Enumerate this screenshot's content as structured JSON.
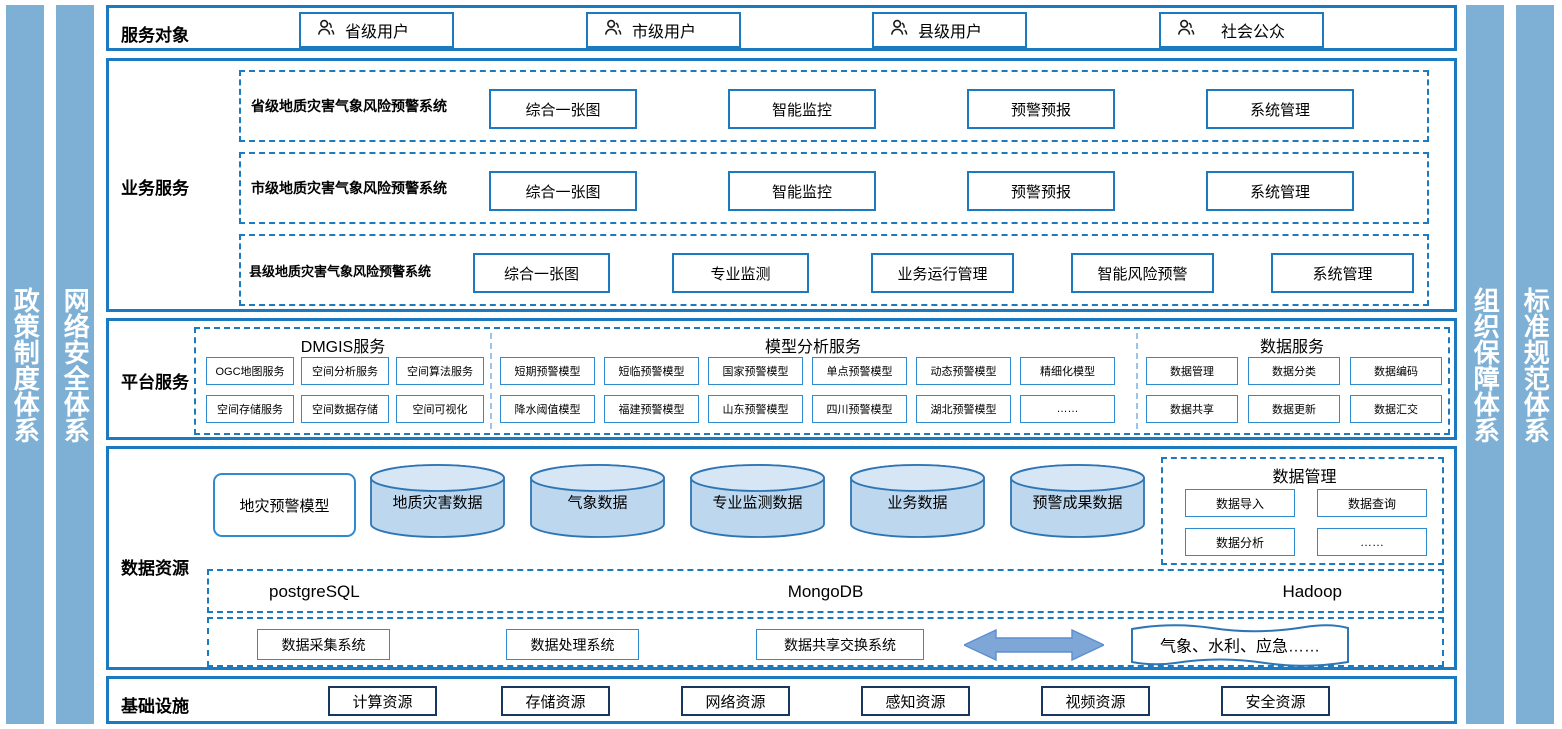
{
  "theme": {
    "primary_blue": "#1C7AC0",
    "side_bar_blue": "#7EB0D5",
    "cylinder_fill": "#BDD7EE",
    "dashed_blue": "#1C7AC0"
  },
  "left_bars": [
    {
      "label": "政策制度体系"
    },
    {
      "label": "网络安全体系"
    }
  ],
  "right_bars": [
    {
      "label": "组织保障体系"
    },
    {
      "label": "标准规范体系"
    }
  ],
  "service_objects": {
    "band_label": "服务对象",
    "icon": "person-icon",
    "items": [
      {
        "label": "省级用户"
      },
      {
        "label": "市级用户"
      },
      {
        "label": "县级用户"
      },
      {
        "label": "社会公众"
      }
    ]
  },
  "business_services": {
    "band_label": "业务服务",
    "rows": [
      {
        "system": "省级地质灾害气象风险预警系统",
        "modules": [
          "综合一张图",
          "智能监控",
          "预警预报",
          "系统管理"
        ]
      },
      {
        "system": "市级地质灾害气象风险预警系统",
        "modules": [
          "综合一张图",
          "智能监控",
          "预警预报",
          "系统管理"
        ]
      },
      {
        "system": "县级地质灾害气象风险预警系统",
        "modules": [
          "综合一张图",
          "专业监测",
          "业务运行管理",
          "智能风险预警",
          "系统管理"
        ]
      }
    ]
  },
  "platform_services": {
    "band_label": "平台服务",
    "groups": [
      {
        "title": "DMGIS服务",
        "row1": [
          "OGC地图服务",
          "空间分析服务",
          "空间算法服务"
        ],
        "row2": [
          "空间存储服务",
          "空间数据存储",
          "空间可视化"
        ]
      },
      {
        "title": "模型分析服务",
        "row1": [
          "短期预警模型",
          "短临预警模型",
          "国家预警模型",
          "单点预警模型",
          "动态预警模型",
          "精细化模型"
        ],
        "row2": [
          "降水阈值模型",
          "福建预警模型",
          "山东预警模型",
          "四川预警模型",
          "湖北预警模型",
          "……"
        ]
      },
      {
        "title": "数据服务",
        "row1": [
          "数据管理",
          "数据分类",
          "数据编码"
        ],
        "row2": [
          "数据共享",
          "数据更新",
          "数据汇交"
        ]
      }
    ]
  },
  "data_resources": {
    "band_label": "数据资源",
    "model_box": "地灾预警模型",
    "cylinders": [
      "地质灾害数据",
      "气象数据",
      "专业监测数据",
      "业务数据",
      "预警成果数据"
    ],
    "data_management": {
      "title": "数据管理",
      "items": [
        "数据导入",
        "数据查询",
        "数据分析",
        "……"
      ]
    },
    "databases": [
      "postgreSQL",
      "MongoDB",
      "Hadoop"
    ],
    "pipeline": {
      "systems": [
        "数据采集系统",
        "数据处理系统",
        "数据共享交换系统"
      ],
      "arrow": "double-arrow-icon",
      "external": "气象、水利、应急……"
    }
  },
  "infrastructure": {
    "band_label": "基础设施",
    "items": [
      "计算资源",
      "存储资源",
      "网络资源",
      "感知资源",
      "视频资源",
      "安全资源"
    ]
  }
}
